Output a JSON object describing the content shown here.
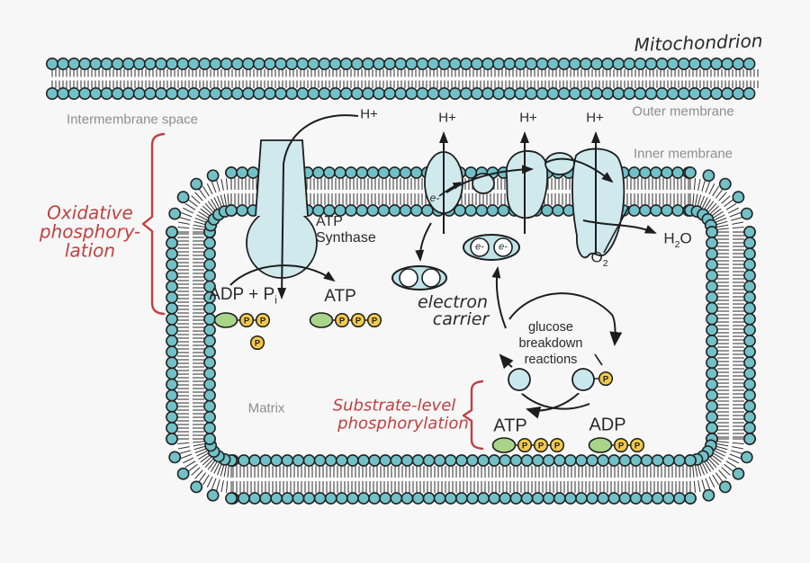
{
  "colors": {
    "background": "#f7f7f7",
    "membrane_head": "#72c1c8",
    "protein": "#cfe9ed",
    "carrier": "#bfe3e9",
    "metabolite": "#c8e8ee",
    "adenosine_green": "#a9d489",
    "phosphate_yellow": "#f3c94b",
    "ink": "#1d1d1d",
    "annotation_red": "#c2403f",
    "region_label_gray": "#8e8e8e"
  },
  "title": "Mitochondrion",
  "regions": {
    "intermembrane_space": "Intermembrane space",
    "outer_membrane": "Outer membrane",
    "inner_membrane": "Inner membrane",
    "matrix": "Matrix"
  },
  "labels": {
    "h_plus": "H+",
    "atp_synthase_line1": "ATP",
    "atp_synthase_line2": "Synthase",
    "adp_pi_base": "ADP + P",
    "adp_pi_sub": "i",
    "atp": "ATP",
    "adp": "ADP",
    "electron": "e-",
    "electron_carrier_line1": "electron",
    "electron_carrier_line2": "carrier",
    "glucose_line1": "glucose",
    "glucose_line2": "breakdown",
    "glucose_line3": "reactions",
    "o2_base": "O",
    "o2_sub": "2",
    "h2o_h": "H",
    "h2o_sub": "2",
    "h2o_o": "O",
    "phosphate": "P"
  },
  "annotations": {
    "oxidative_line1": "Oxidative",
    "oxidative_line2": "phosphory-",
    "oxidative_line3": "lation",
    "substrate_line1": "Substrate-level",
    "substrate_line2": "phosphorylation"
  }
}
